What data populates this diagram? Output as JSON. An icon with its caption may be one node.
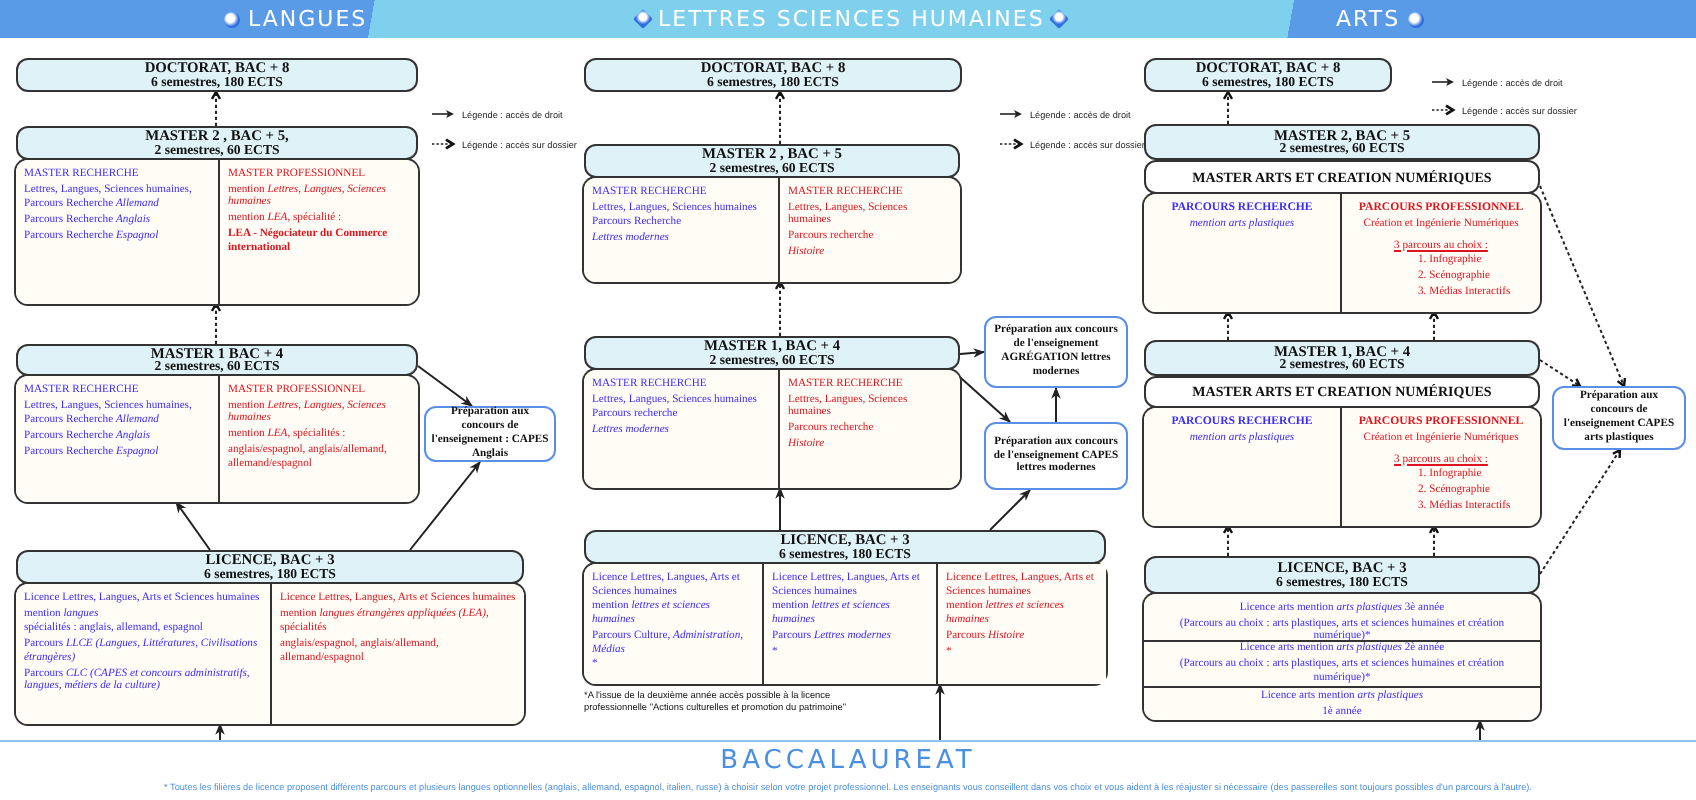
{
  "diagram": {
    "nodes": [
      {
        "text": [
          "DOCTORAT, BAC + 8",
          "6 semestres, 180 ECTS"
        ]
      },
      {
        "text": [
          "MASTER 2 , BAC + 5,",
          "2 semestres, 60 ECTS"
        ]
      },
      {
        "text": [],
        "shape": "box"
      },
      {
        "text": [
          "MASTER RECHERCHE",
          "Lettres, Langues, Sciences humaines,",
          "Parcours Recherche *Allemand*",
          "Parcours Recherche *Anglais*",
          "Parcours Recherche *Espagnol*"
        ],
        "in": 2
      },
      {
        "text": [
          "MASTER PROFESSIONNEL",
          "mention *Lettres, Langues, Sciences humaines*",
          "mention *LEA*, spécialité :",
          "LEA - Négociateur du Commerce international"
        ],
        "in": 2
      },
      {
        "text": [
          "MASTER 1 BAC + 4",
          "2 semestres, 60 ECTS"
        ]
      },
      {
        "text": [],
        "shape": "box"
      },
      {
        "text": [
          "MASTER RECHERCHE",
          "Lettres, Langues, Sciences humaines,",
          "Parcours Recherche *Allemand*",
          "Parcours Recherche *Anglais*",
          "Parcours Recherche *Espagnol*"
        ],
        "in": 6
      },
      {
        "text": [
          "MASTER PROFESSIONNEL",
          "mention *Lettres, Langues, Sciences humaines*",
          "mention *LEA*, spécialités :",
          "anglais/espagnol, anglais/allemand, allemand/espagnol"
        ],
        "in": 6
      },
      {
        "text": [
          "Préparation aux concours de l'enseignement : CAPES Anglais"
        ]
      },
      {
        "text": [
          "LICENCE,  BAC + 3",
          "6 semestres, 180 ECTS"
        ]
      },
      {
        "text": [],
        "shape": "box"
      },
      {
        "text": [
          "Licence Lettres, Langues, Arts et Sciences humaines",
          "mention *langues*",
          "spécialités : anglais, allemand, espagnol",
          "Parcours *LLCE (Langues, Littératures, Civilisations étrangères)*",
          "Parcours *CLC (CAPES et concours administratifs, langues, métiers de la culture)*"
        ],
        "in": 11
      },
      {
        "text": [
          "Licence Lettres, Langues, Arts et Sciences humaines",
          "mention *langues étrangères appliquées (LEA)*,",
          "spécialités",
          "anglais/espagnol, anglais/allemand, allemand/espagnol"
        ],
        "in": 11
      },
      {
        "text": [
          "DOCTORAT, BAC + 8",
          "6 semestres, 180 ECTS"
        ]
      },
      {
        "text": [
          "MASTER 2 , BAC + 5",
          "2 semestres, 60 ECTS"
        ]
      },
      {
        "text": [],
        "shape": "box"
      },
      {
        "text": [
          "MASTER RECHERCHE",
          "Lettres, Langues, Sciences humaines",
          "Parcours Recherche",
          "Lettres modernes"
        ],
        "in": 16
      },
      {
        "text": [
          "MASTER RECHERCHE",
          "Lettres, Langues, Sciences humaines",
          "Parcours recherche",
          "Histoire"
        ],
        "in": 16
      },
      {
        "text": [
          "MASTER 1, BAC + 4",
          "2 semestres, 60 ECTS"
        ]
      },
      {
        "text": [],
        "shape": "box"
      },
      {
        "text": [
          "MASTER RECHERCHE",
          "Lettres, Langues, Sciences humaines",
          "Parcours recherche",
          "Lettres modernes"
        ],
        "in": 20
      },
      {
        "text": [
          "MASTER RECHERCHE",
          "Lettres, Langues, Sciences humaines",
          "Parcours recherche",
          "Histoire"
        ],
        "in": 20
      },
      {
        "text": [
          "Préparation aux concours de l'enseignement AGRÉGATION lettres modernes"
        ]
      },
      {
        "text": [
          "Préparation aux concours de l'enseignement CAPES lettres modernes"
        ]
      },
      {
        "text": [
          "LICENCE,  BAC + 3",
          "6 semestres, 180 ECTS"
        ]
      },
      {
        "text": [],
        "shape": "box",
        "beside": [
          "*A l'issue de la deuxième année accès possible à la licence professionnelle \"Actions culturelles et promotion du patrimoine\""
        ]
      },
      {
        "text": [
          "Licence Lettres, Langues, Arts et Sciences humaines",
          "mention *lettres et sciences humaines*",
          "Parcours Culture, *Administration, Médias*",
          "*"
        ],
        "in": 26
      },
      {
        "text": [
          "Licence Lettres, Langues, Arts et Sciences humaines",
          "mention *lettres et sciences humaines*",
          "Parcours *Lettres modernes*",
          "*"
        ],
        "in": 26
      },
      {
        "text": [
          "Licence Lettres, Langues, Arts et Sciences humaines",
          "mention *lettres et sciences humaines*",
          "Parcours *Histoire*",
          "*"
        ],
        "in": 26
      },
      {
        "text": [
          "DOCTORAT, BAC + 8",
          "6 semestres, 180 ECTS"
        ]
      },
      {
        "text": [
          "MASTER 2, BAC + 5",
          "2 semestres, 60 ECTS"
        ]
      },
      {
        "text": [
          "MASTER ARTS ET CREATION NUMÉRIQUES"
        ]
      },
      {
        "text": [],
        "shape": "box"
      },
      {
        "text": [
          "PARCOURS RECHERCHE",
          "mention *arts plastiques*"
        ],
        "in": 33
      },
      {
        "text": [
          "PARCOURS PROFESSIONNEL",
          "Création et Ingénierie Numériques",
          "3 parcours au choix :",
          "1. Infographie",
          "2. Scénographie",
          "3. Médias Interactifs"
        ],
        "in": 33
      },
      {
        "text": [
          "MASTER 1, BAC + 4",
          "2 semestres, 60 ECTS"
        ]
      },
      {
        "text": [
          "MASTER ARTS ET CREATION NUMÉRIQUES"
        ]
      },
      {
        "text": [],
        "shape": "box"
      },
      {
        "text": [
          "PARCOURS RECHERCHE",
          "mention *arts plastiques*"
        ],
        "in": 38
      },
      {
        "text": [
          "PARCOURS PROFESSIONNEL",
          "Création et Ingénierie Numériques",
          "3 parcours au choix :",
          "1. Infographie",
          "2. Scénographie",
          "3. Médias Interactifs"
        ],
        "in": 38
      },
      {
        "text": [
          "Préparation aux concours de l'enseignement CAPES arts plastiques"
        ]
      },
      {
        "text": [
          "LICENCE, BAC + 3",
          "6 semestres, 180 ECTS"
        ]
      },
      {
        "text": [],
        "shape": "box"
      },
      {
        "text": [
          "Licence arts mention *arts plastiques* 3è année",
          "(Parcours au choix : arts plastiques, arts et sciences humaines et création numérique)*"
        ],
        "in": 43
      },
      {
        "text": [
          "Licence arts mention *arts plastiques* 2è année",
          "(Parcours au choix : arts plastiques, arts et sciences humaines et création numérique)*"
        ],
        "in": 43
      },
      {
        "text": [
          "Licence arts mention *arts plastiques*",
          "1è année"
        ],
        "in": 43
      },
      {
        "text": [
          "BACCALAUREAT"
        ],
        "beside": [
          "* Toutes les filières de licence proposent différents parcours et plusieurs langues optionnelles (anglais, allemand, espagnol, italien, russe) à choisir selon votre projet professionnel. Les enseignants vous conseillent dans vos choix et vous aident à les réajuster si nécessaire (des passerelles sont toujours possibles d'un parcours à l'autre)."
        ]
      }
    ],
    "edges": [
      {
        "from": 1,
        "to": 0,
        "arrow": "to",
        "style": "dashed"
      },
      {
        "from": 5,
        "to": 2,
        "arrow": "to",
        "style": "dashed"
      },
      {
        "from": 5,
        "to": 9,
        "arrow": "to"
      },
      {
        "from": 10,
        "to": 6,
        "arrow": "to"
      },
      {
        "from": 10,
        "to": 9,
        "arrow": "to"
      },
      {
        "from": 47,
        "to": 11,
        "arrow": "to"
      },
      {
        "from": 15,
        "to": 14,
        "arrow": "to",
        "style": "dashed"
      },
      {
        "from": 19,
        "to": 16,
        "arrow": "to",
        "style": "dashed"
      },
      {
        "from": 19,
        "to": 23,
        "arrow": "to"
      },
      {
        "from": 19,
        "to": 24,
        "arrow": "to"
      },
      {
        "from": 24,
        "to": 23,
        "arrow": "to"
      },
      {
        "from": 25,
        "to": 20,
        "arrow": "to"
      },
      {
        "from": 25,
        "to": 24,
        "arrow": "to"
      },
      {
        "from": 47,
        "to": 26,
        "arrow": "to"
      },
      {
        "from": 31,
        "to": 30,
        "arrow": "to",
        "style": "dashed"
      },
      {
        "from": 36,
        "to": 34,
        "arrow": "to",
        "style": "dashed"
      },
      {
        "from": 36,
        "to": 35,
        "arrow": "to",
        "style": "dashed"
      },
      {
        "from": 42,
        "to": 39,
        "arrow": "to",
        "style": "dashed"
      },
      {
        "from": 42,
        "to": 40,
        "arrow": "to",
        "style": "dashed"
      },
      {
        "from": 32,
        "to": 41,
        "arrow": "to",
        "style": "dashed"
      },
      {
        "from": 36,
        "to": 41,
        "arrow": "to",
        "style": "dashed"
      },
      {
        "from": 42,
        "to": 41,
        "arrow": "to",
        "style": "dashed"
      },
      {
        "from": 47,
        "to": 43,
        "arrow": "to"
      }
    ],
    "labels": [
      "LANGUES",
      "LETTRES SCIENCES HUMAINES",
      "ARTS"
    ],
    "legend": [
      {
        "text": "Légende : accès de droit"
      },
      {
        "text": "Légende : accès sur dossier"
      },
      {
        "text": "Légende : accès de droit"
      },
      {
        "text": "Légende : accès sur dossier"
      },
      {
        "text": "Légende : accès de droit"
      },
      {
        "text": "Légende : accès sur dossier"
      }
    ]
  }
}
